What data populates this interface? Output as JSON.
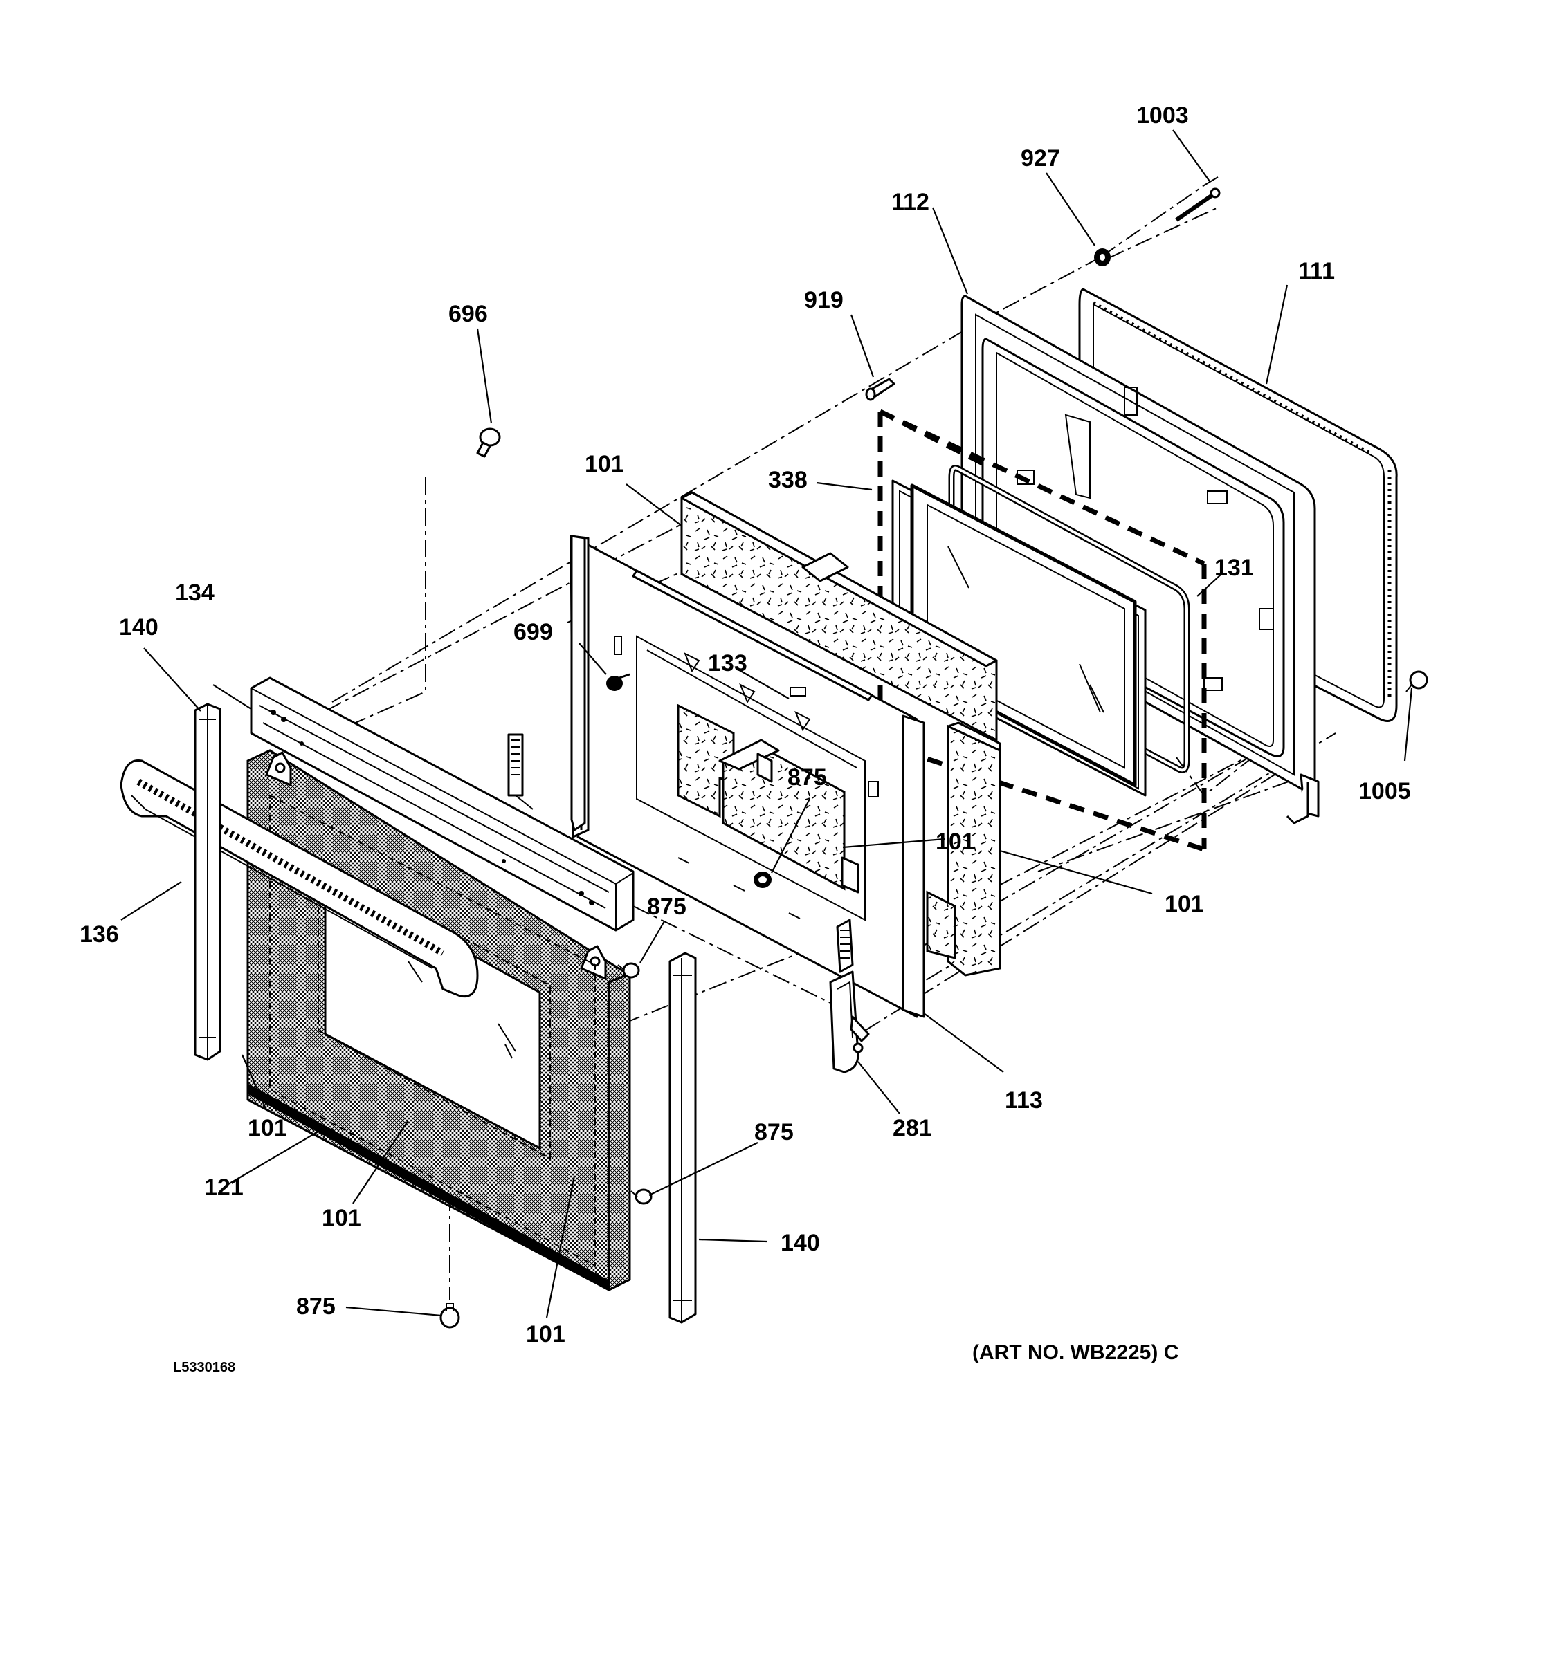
{
  "diagram": {
    "drawing_number": "L5330168",
    "art_number": "(ART NO. WB2225) C",
    "labels": {
      "l1003": "1003",
      "l927": "927",
      "l112": "112",
      "l111": "111",
      "l919": "919",
      "l696": "696",
      "l101_top": "101",
      "l338": "338",
      "l131": "131",
      "l134": "134",
      "l140_left": "140",
      "l699": "699",
      "l133": "133",
      "l875_center": "875",
      "l101_center": "101",
      "l1005": "1005",
      "l101_right": "101",
      "l875_mid": "875",
      "l136": "136",
      "l113": "113",
      "l281": "281",
      "l101_left_bottom": "101",
      "l875_right": "875",
      "l121": "121",
      "l101_door": "101",
      "l140_right": "140",
      "l875_bottom": "875",
      "l101_bottom": "101"
    }
  }
}
